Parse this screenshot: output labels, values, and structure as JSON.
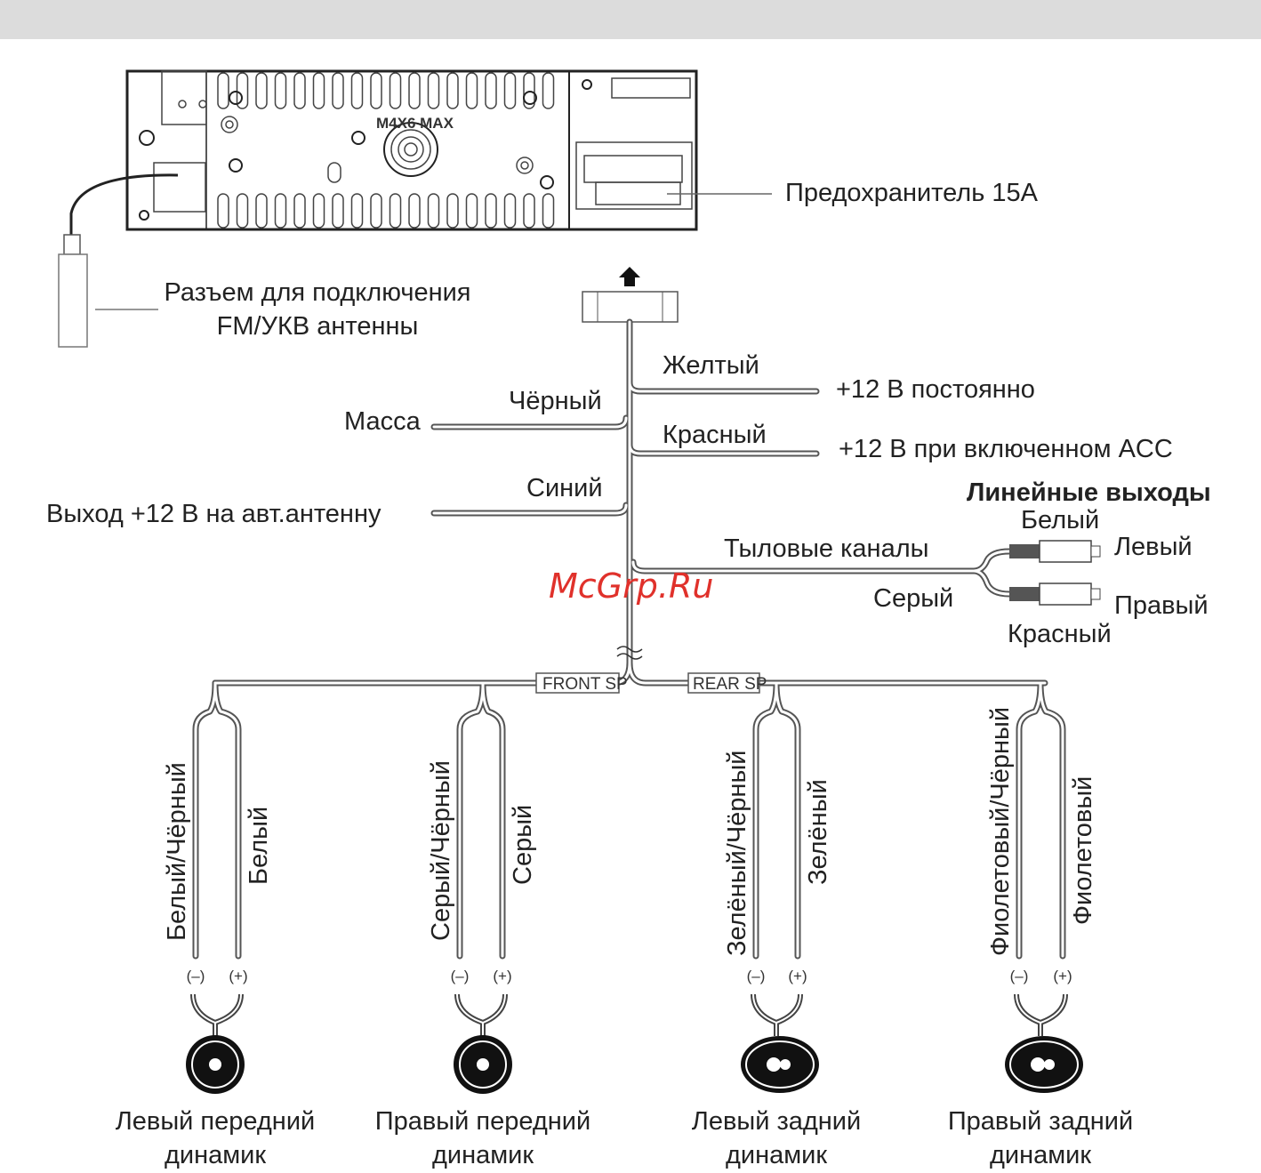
{
  "head_unit": {
    "mount_label": "M4X6 MAX"
  },
  "fuse_label": "Предохранитель 15A",
  "antenna": {
    "line1": "Разъем для подключения",
    "line2": "FM/УКВ антенны"
  },
  "wires": {
    "yellow": {
      "color": "Желтый",
      "function": "+12 В постоянно"
    },
    "black": {
      "color": "Чёрный",
      "function": "Масса"
    },
    "red": {
      "color": "Красный",
      "function": "+12 В при включенном ACC"
    },
    "blue": {
      "color": "Синий",
      "function": "Выход +12 В на авт.антенну"
    }
  },
  "line_out": {
    "title": "Линейные выходы",
    "channels": "Тыловые каналы",
    "cable_color": "Серый",
    "left_color": "Белый",
    "left": "Левый",
    "right": "Правый",
    "right_color": "Красный"
  },
  "watermark": "McGrp.Ru",
  "harness_tags": {
    "front": "FRONT SP",
    "rear": "REAR SP"
  },
  "polarity": {
    "neg": "(–)",
    "pos": "(+)"
  },
  "speakers": [
    {
      "neg_wire": "Белый/Чёрный",
      "pos_wire": "Белый",
      "name1": "Левый передний",
      "name2": "динамик"
    },
    {
      "neg_wire": "Серый/Чёрный",
      "pos_wire": "Серый",
      "name1": "Правый передний",
      "name2": "динамик"
    },
    {
      "neg_wire": "Зелёный/Чёрный",
      "pos_wire": "Зелёный",
      "name1": "Левый задний",
      "name2": "динамик"
    },
    {
      "neg_wire": "Фиолетовый/Чёрный",
      "pos_wire": "Фиолетовый",
      "name1": "Правый задний",
      "name2": "динамик"
    }
  ]
}
